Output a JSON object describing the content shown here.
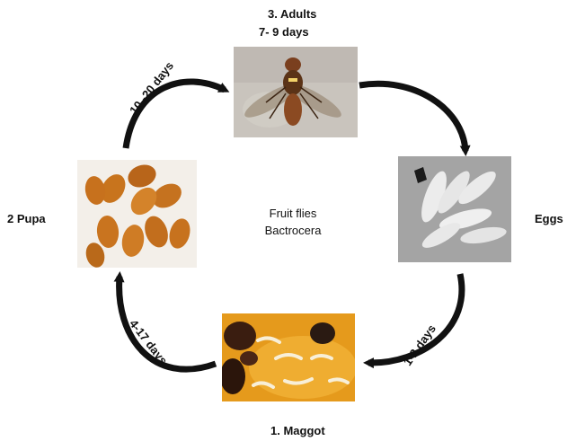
{
  "stages": {
    "adults_title": "3. Adults",
    "adults_duration": "7- 9 days",
    "eggs": "Eggs",
    "maggot": "1. Maggot",
    "pupa": "2 Pupa"
  },
  "center": {
    "line1": "Fruit flies",
    "line2": "Bactrocera"
  },
  "transitions": {
    "pupa_to_adults": "10 -20 days",
    "maggot_to_pupa": "4-17 days",
    "eggs_to_maggot": "1-2  days"
  },
  "colors": {
    "arrow": "#111111",
    "pupa_shell": "#c8741d",
    "egg": "#e9e9e9",
    "maggot_bg": "#e59a1c"
  }
}
